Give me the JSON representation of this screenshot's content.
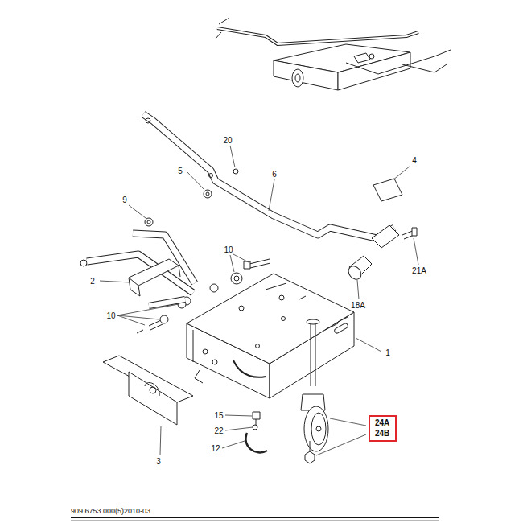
{
  "diagram": {
    "nodes": [
      {
        "text": [
          "24A",
          "24B"
        ]
      }
    ],
    "labels": [
      "20",
      "5",
      "6",
      "4",
      "9",
      "10",
      "21A",
      "2",
      "18A",
      "10",
      "1",
      "15",
      "22",
      "12",
      "3",
      "909 6753 000(5)2010-03"
    ]
  }
}
